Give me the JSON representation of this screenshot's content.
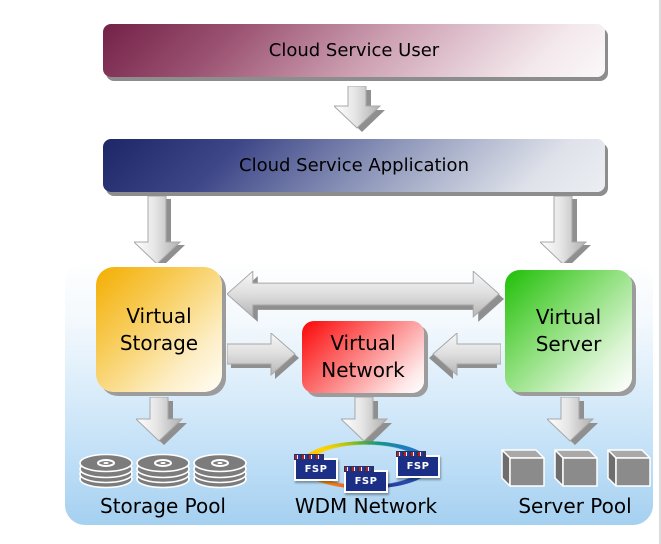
{
  "diagram": {
    "title_implicit": "cloud service virtualization architecture",
    "nodes": {
      "user": "Cloud Service User",
      "app": "Cloud Service Application",
      "storage": "Virtual Storage",
      "network": "Virtual Network",
      "server": "Virtual Server"
    },
    "pools": {
      "storage": "Storage Pool",
      "wdm": "WDM Network",
      "server": "Server Pool"
    },
    "fsp": [
      "FSP",
      "FSP",
      "FSP"
    ],
    "edges": [
      "Cloud Service User -> Cloud Service Application",
      "Cloud Service Application -> Virtual Storage",
      "Cloud Service Application -> Virtual Server",
      "Virtual Storage <-> Virtual Server",
      "Virtual Storage -> Virtual Network",
      "Virtual Server -> Virtual Network",
      "Virtual Storage -> Storage Pool",
      "Virtual Network -> WDM Network",
      "Virtual Server -> Server Pool"
    ],
    "icons": {
      "arrow": "block-arrow-icon",
      "disk": "disk-stack-icon",
      "cube": "server-cube-icon",
      "ring": "wdm-ring-icon",
      "fsp_unit": "fsp-box-icon"
    },
    "colors": {
      "user_bar": "#732147",
      "app_bar": "#1d2768",
      "virtual_storage": "#f3ae00",
      "virtual_network": "#fb0606",
      "virtual_server": "#1fbf06",
      "panel_blue": "#a5d0f0",
      "arrow_gray": "#bdbdbd",
      "icon_gray": "#7c7c7c",
      "fsp_navy": "#1c2f86",
      "text": "#000000"
    }
  }
}
